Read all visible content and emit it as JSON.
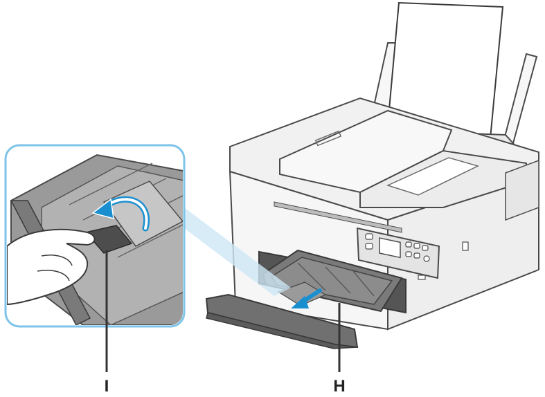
{
  "figure": {
    "callouts": [
      {
        "id": "I",
        "text": "I"
      },
      {
        "id": "H",
        "text": "H"
      }
    ]
  },
  "colors": {
    "accent_blue": "#1a8fd0",
    "zoom_frame": "#7ec3e8",
    "printer_body": "#f4f4f4",
    "outline": "#4a4a4a",
    "tray_dark": "#6b6b6b",
    "tray_inner": "#8a8a8a"
  },
  "icons": [
    "curved-arrow-icon",
    "pull-arrow-icon"
  ]
}
